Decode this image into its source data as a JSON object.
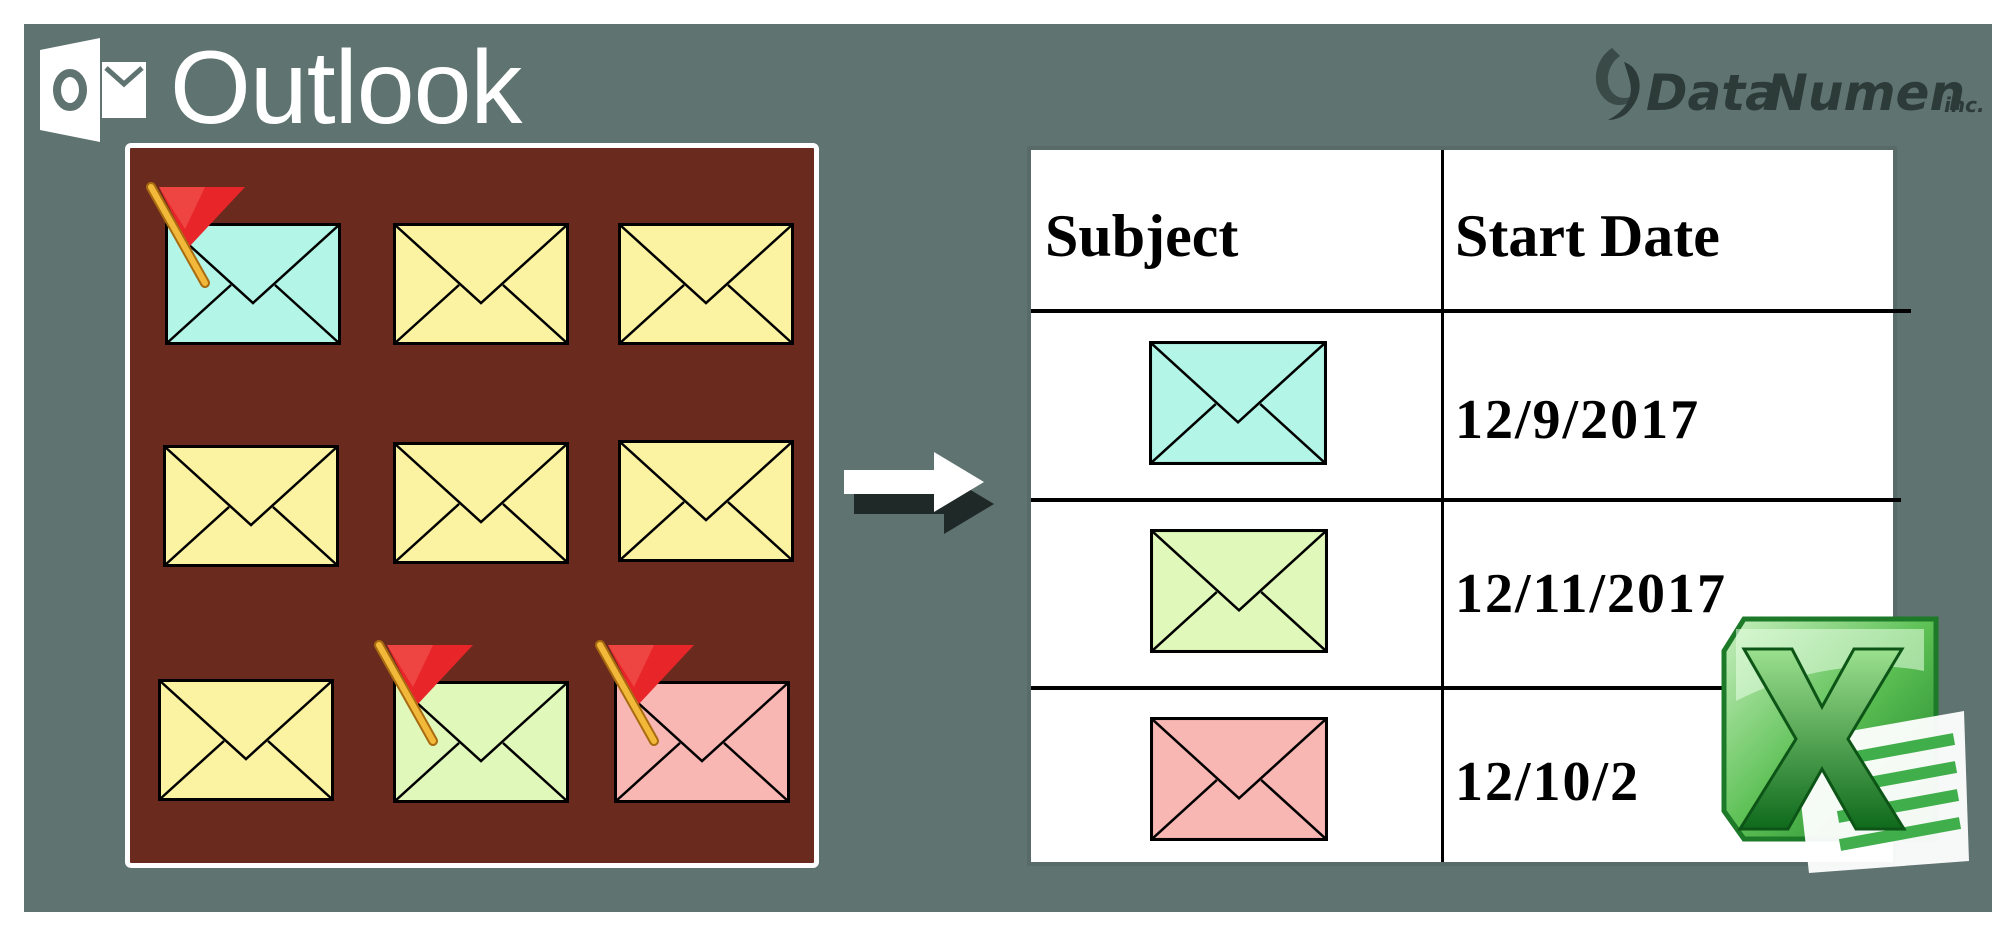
{
  "brand": {
    "outlook_title": "Outlook",
    "datanumen_name_part1": "Data",
    "datanumen_name_part2": "Numen",
    "datanumen_suffix": "inc."
  },
  "mailbox": {
    "emails": [
      {
        "color": "#b3f5e6",
        "flagged": true
      },
      {
        "color": "#fbf2a2",
        "flagged": false
      },
      {
        "color": "#fbf2a2",
        "flagged": false
      },
      {
        "color": "#fbf2a2",
        "flagged": false
      },
      {
        "color": "#fbf2a2",
        "flagged": false
      },
      {
        "color": "#fbf2a2",
        "flagged": false
      },
      {
        "color": "#fbf2a2",
        "flagged": false
      },
      {
        "color": "#e1f8bb",
        "flagged": true
      },
      {
        "color": "#f9b7b4",
        "flagged": true
      }
    ]
  },
  "table": {
    "headers": [
      "Subject",
      "Start Date"
    ],
    "rows": [
      {
        "subject_color": "#b3f5e6",
        "start_date": "12/9/2017"
      },
      {
        "subject_color": "#e1f8bb",
        "start_date": "12/11/2017"
      },
      {
        "subject_color": "#f9b7b4",
        "start_date": "12/10/2"
      }
    ]
  },
  "colors": {
    "background": "#5f7370",
    "mailbox_bg": "#6b2a1e",
    "flag_red": "#e8262a",
    "excel_green": "#1f8a2e"
  },
  "icons": [
    "outlook-logo-icon",
    "datanumen-logo-icon",
    "envelope-icon",
    "flag-icon",
    "right-arrow-icon",
    "excel-logo-icon"
  ]
}
